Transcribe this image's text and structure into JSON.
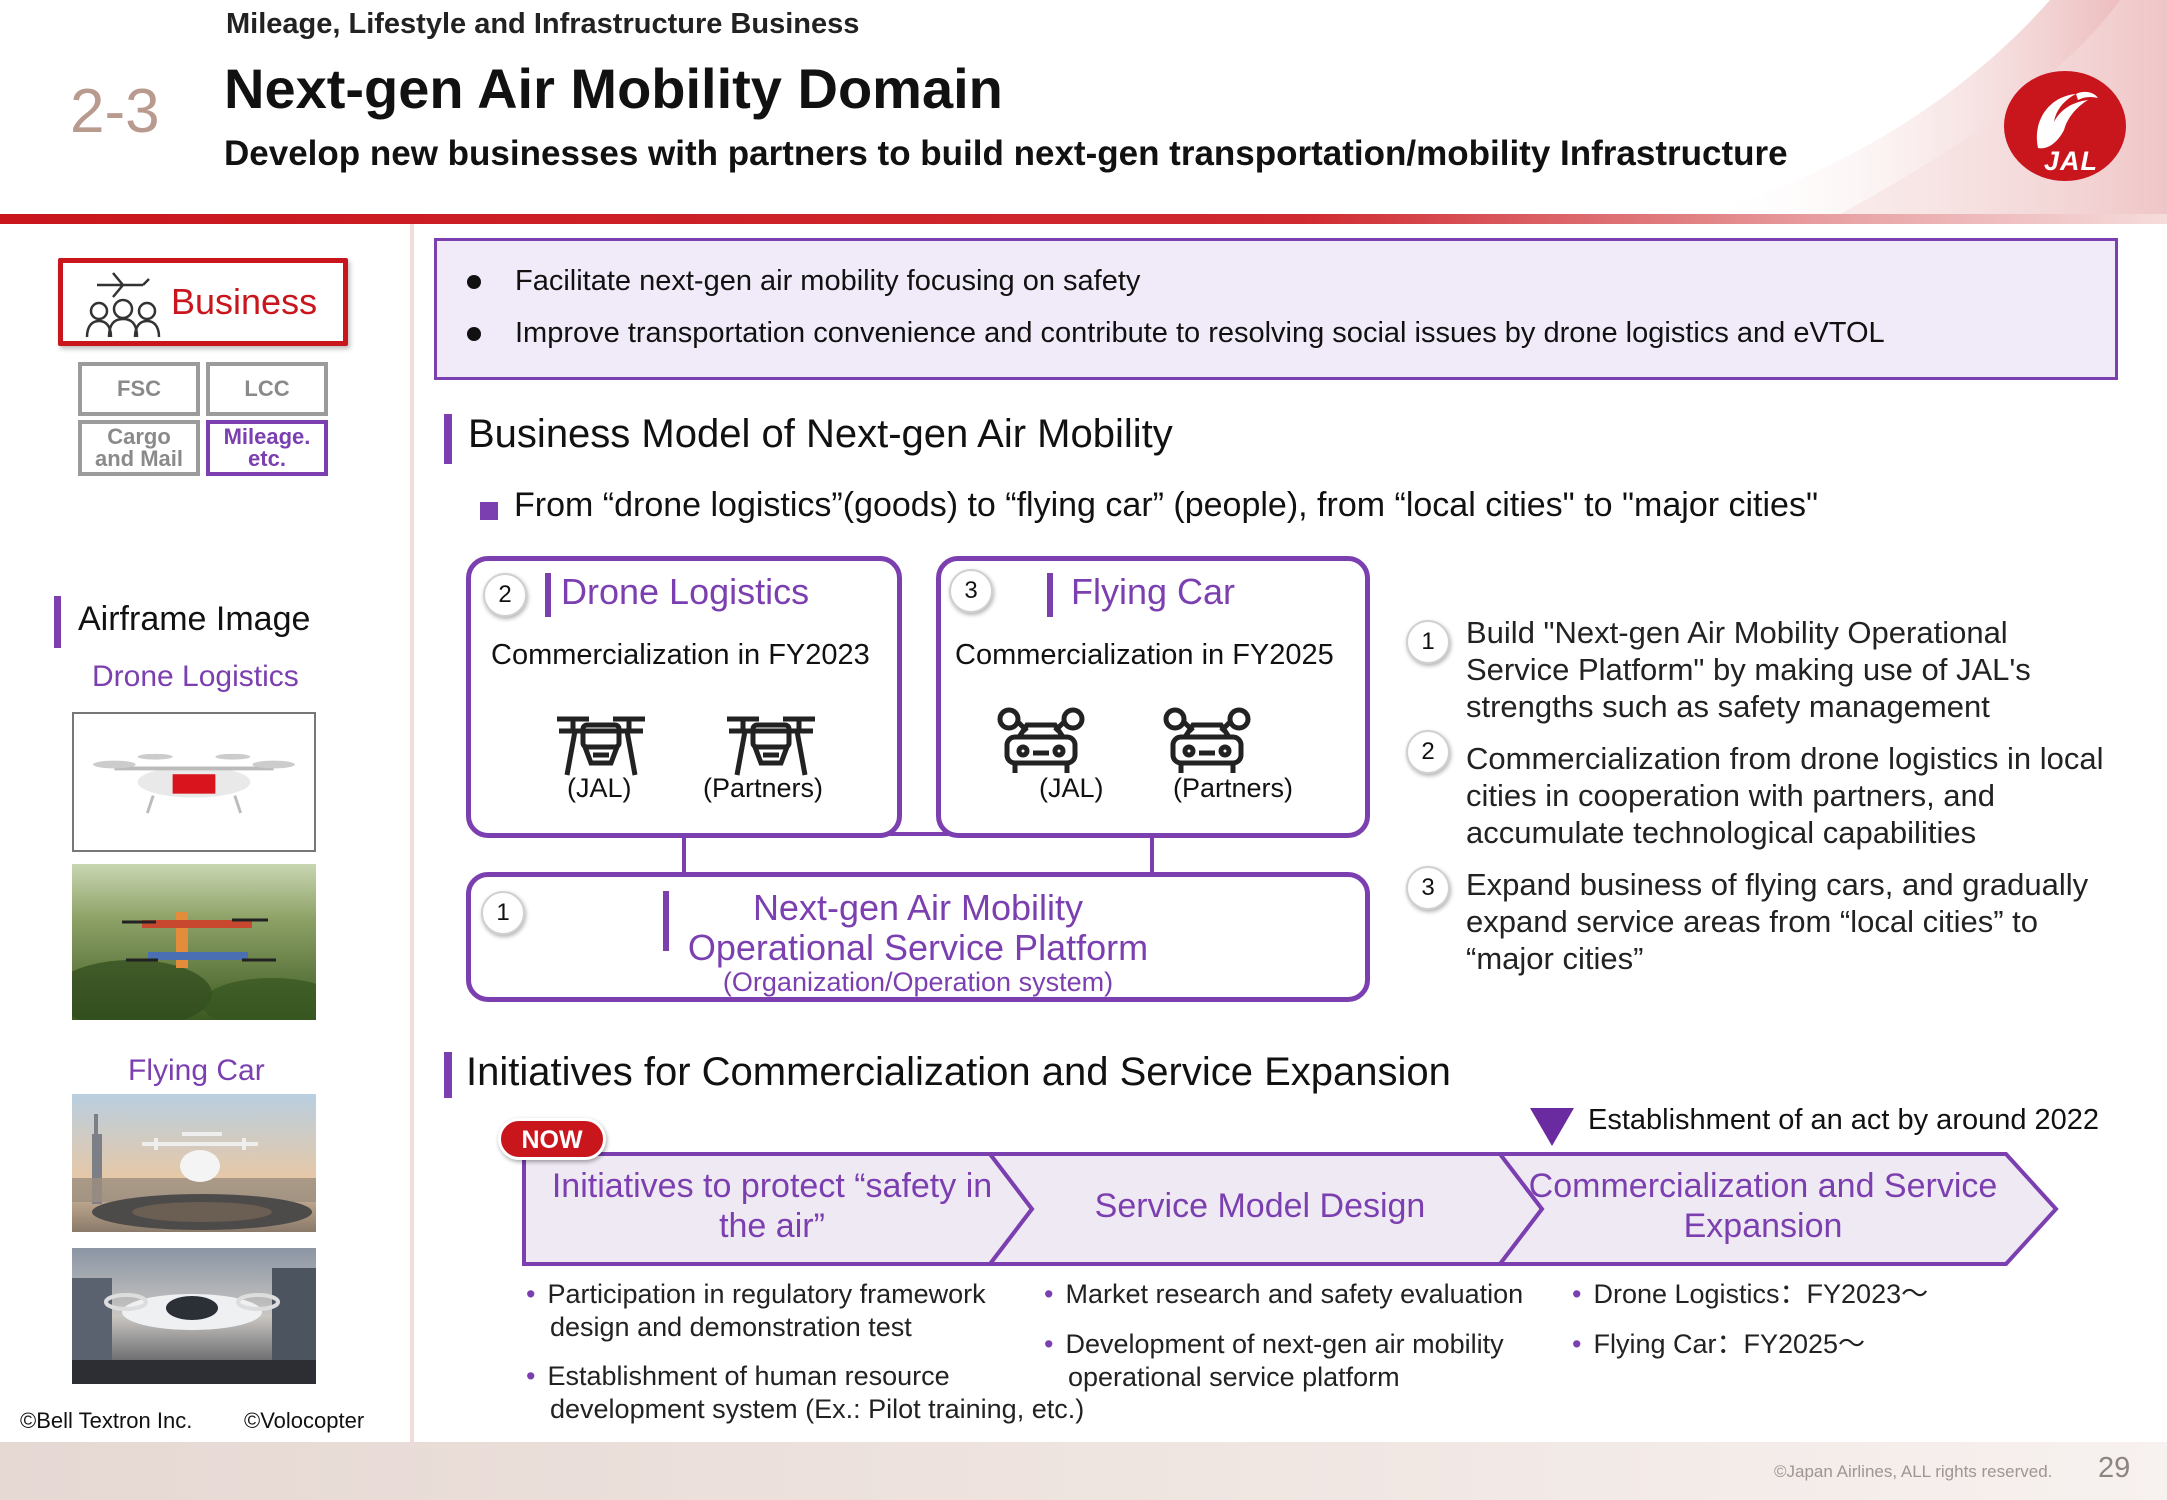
{
  "header": {
    "category": "Mileage, Lifestyle and Infrastructure Business",
    "section_number": "2-3",
    "title": "Next-gen Air Mobility Domain",
    "subtitle": "Develop new businesses with partners to build next-gen transportation/mobility Infrastructure",
    "logo_text": "JAL",
    "accent_red": "#c9161d"
  },
  "sidebar": {
    "business_label": "Business",
    "segments": {
      "fsc": "FSC",
      "lcc": "LCC",
      "cargo_line1": "Cargo",
      "cargo_line2": "and Mail",
      "mileage_line1": "Mileage.",
      "mileage_line2": "etc."
    },
    "active_segment": "Mileage. etc.",
    "airframe_title": "Airframe Image",
    "drone_label": "Drone Logistics",
    "flying_car_label": "Flying Car",
    "credit_bell": "©Bell Textron Inc.",
    "credit_volocopter": "©Volocopter"
  },
  "summary": {
    "bullets": [
      "Facilitate next-gen air mobility focusing on safety",
      "Improve transportation convenience and contribute to resolving social issues by drone logistics and eVTOL"
    ]
  },
  "business_model": {
    "title": "Business Model of Next-gen Air Mobility",
    "subtitle": "From “drone logistics”(goods) to “flying car” (people), from “local cities\" to \"major cities\"",
    "drone_box": {
      "number": "2",
      "title": "Drone Logistics",
      "subtitle": "Commercialization in FY2023",
      "left_label": "(JAL)",
      "right_label": "(Partners)"
    },
    "flying_car_box": {
      "number": "3",
      "title": "Flying Car",
      "subtitle": "Commercialization in FY2025",
      "left_label": "(JAL)",
      "right_label": "(Partners)"
    },
    "platform_box": {
      "number": "1",
      "line1": "Next-gen Air Mobility",
      "line2": "Operational Service Platform",
      "line3": "(Organization/Operation system)"
    },
    "explanations": [
      {
        "number": "1",
        "text": "Build \"Next-gen Air Mobility Operational Service Platform\" by making use of JAL's strengths such as safety management"
      },
      {
        "number": "2",
        "text": "Commercialization from drone logistics in local cities in cooperation with partners, and accumulate technological capabilities"
      },
      {
        "number": "3",
        "text": "Expand business of flying cars, and gradually expand service areas from “local cities” to “major cities”"
      }
    ]
  },
  "initiatives": {
    "title": "Initiatives for Commercialization and Service Expansion",
    "milestone": "Establishment of an act by around 2022",
    "now_badge": "NOW",
    "steps": [
      "Initiatives to protect “safety in the air”",
      "Service Model Design",
      "Commercialization and Service Expansion"
    ],
    "col1": {
      "item1_line1": "Participation in regulatory framework",
      "item1_line2": "design and demonstration test",
      "item2_line1": "Establishment of human resource",
      "item2_line2": "development system (Ex.: Pilot training, etc.)"
    },
    "col2": {
      "item1": "Market research and safety evaluation",
      "item2_line1": "Development of next-gen air mobility",
      "item2_line2": "operational service platform"
    },
    "col3": {
      "item1": "Drone Logistics：FY2023〜",
      "item2": "Flying Car：FY2025〜"
    },
    "purple": "#7b3fb0"
  },
  "footer": {
    "copyright": "©Japan Airlines, ALL rights reserved.",
    "page_number": "29"
  }
}
